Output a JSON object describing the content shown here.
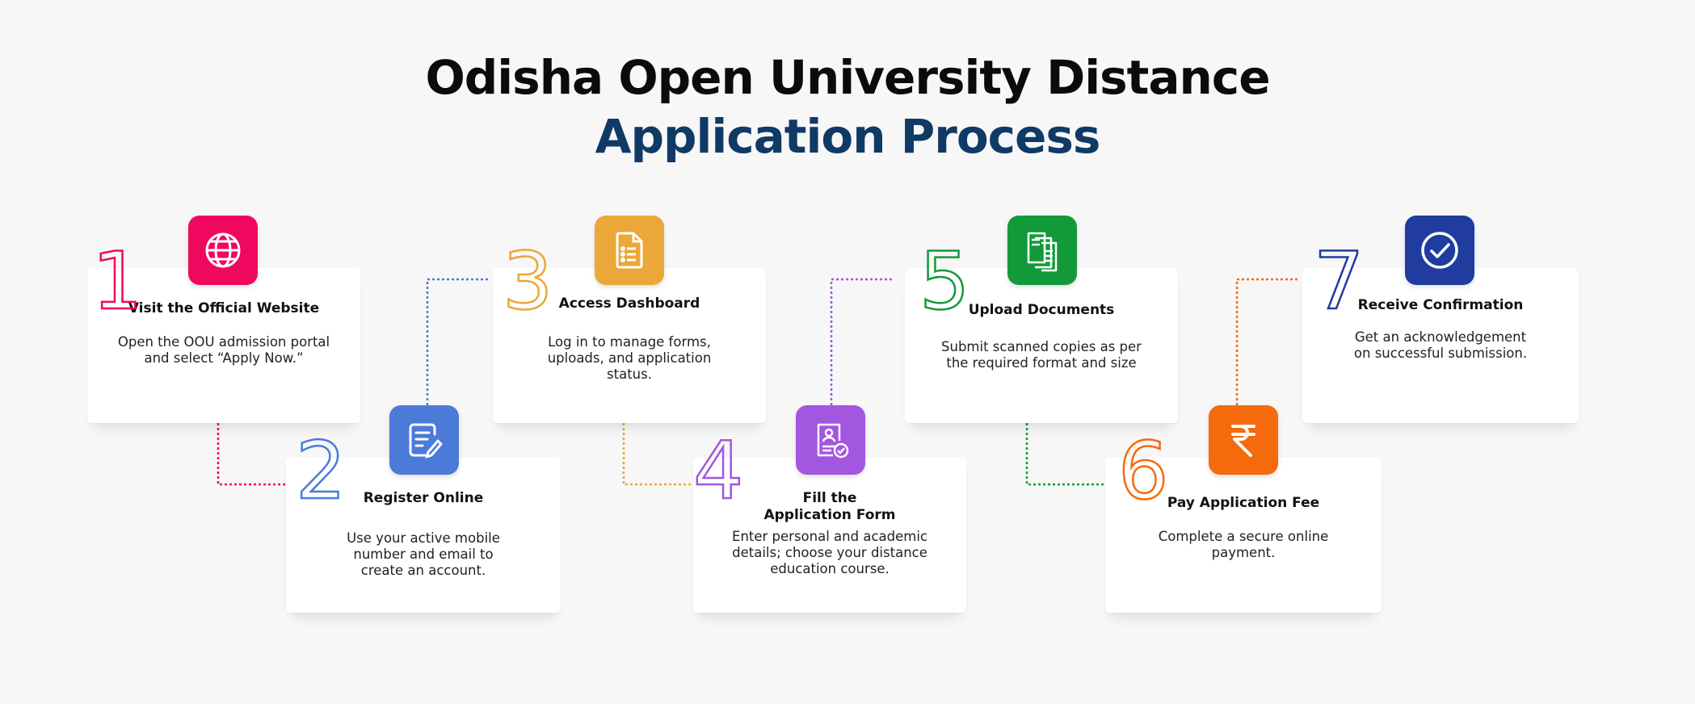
{
  "title": {
    "line1": "Odisha Open University Distance",
    "line2": "Application Process"
  },
  "steps": [
    {
      "number": "1",
      "heading": "Visit the Official Website",
      "description": "Open the OOU admission portal and select “Apply Now.”",
      "icon": "globe-icon",
      "color": "#f0085e"
    },
    {
      "number": "2",
      "heading": "Register Online",
      "description": "Use your active mobile number and email to create an account.",
      "icon": "edit-document-icon",
      "color": "#4c7ad8"
    },
    {
      "number": "3",
      "heading": "Access Dashboard",
      "description": "Log in to manage forms, uploads, and application status.",
      "icon": "document-list-icon",
      "color": "#eba737"
    },
    {
      "number": "4",
      "heading": "Fill the Application Form",
      "description": "Enter personal and academic details; choose your distance education course.",
      "icon": "form-check-icon",
      "color": "#a356e0"
    },
    {
      "number": "5",
      "heading": "Upload Documents",
      "description": "Submit scanned copies as per the required format and size",
      "icon": "documents-stack-icon",
      "color": "#129a3a"
    },
    {
      "number": "6",
      "heading": "Pay Application Fee",
      "description": "Complete a secure online payment.",
      "icon": "rupee-icon",
      "color": "#f56a0d"
    },
    {
      "number": "7",
      "heading": "Receive Confirmation",
      "description": "Get an acknowledgement on successful submission.",
      "icon": "check-circle-icon",
      "color": "#1f3c9e"
    }
  ]
}
